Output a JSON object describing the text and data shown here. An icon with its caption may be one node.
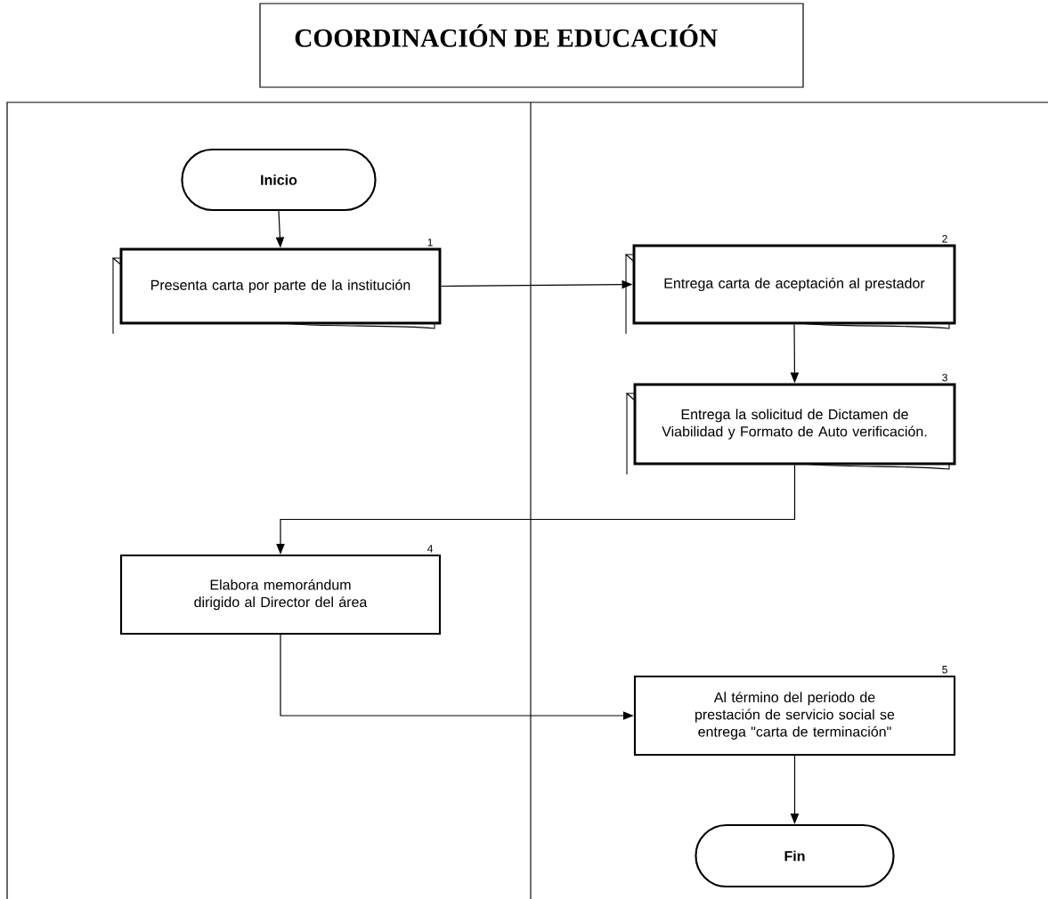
{
  "diagram": {
    "nodes": [
      {
        "text": [
          "COORDINACIÓN DE EDUCACIÓN"
        ]
      },
      {
        "text": [
          "Inicio"
        ]
      },
      {
        "text": [
          "Presenta carta por parte de la institución"
        ],
        "beside": [
          "1"
        ]
      },
      {
        "text": [
          "Entrega carta de aceptación al prestador"
        ],
        "beside": [
          "2"
        ]
      },
      {
        "text": [
          "Entrega la solicitud de Dictamen de Viabilidad y Formato de Auto verificación."
        ],
        "beside": [
          "3"
        ]
      },
      {
        "text": [
          "Elabora memorándum dirigido al Director del área"
        ],
        "beside": [
          "4"
        ]
      },
      {
        "text": [
          "Al término del periodo de prestación de servicio social se entrega \"carta de terminación\""
        ],
        "beside": [
          "5"
        ]
      },
      {
        "text": [
          "Fin"
        ]
      }
    ],
    "edges": [
      {
        "from": 1,
        "to": 2,
        "arrow": "to"
      },
      {
        "from": 2,
        "to": 3,
        "arrow": "to"
      },
      {
        "from": 3,
        "to": 4,
        "arrow": "to"
      },
      {
        "from": 4,
        "to": 5,
        "arrow": "to"
      },
      {
        "from": 5,
        "to": 6,
        "arrow": "to"
      },
      {
        "from": 6,
        "to": 7,
        "arrow": "to"
      }
    ]
  }
}
